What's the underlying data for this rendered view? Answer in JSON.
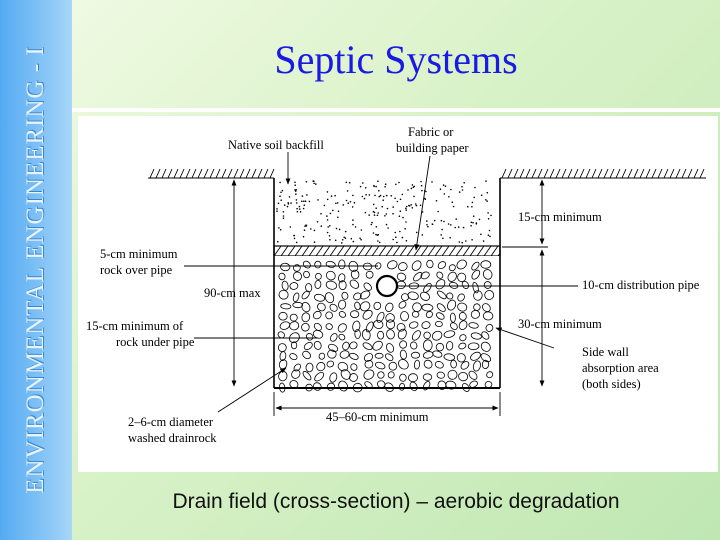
{
  "slide": {
    "sidebar_text": "ENVIRONMENTAL ENGINEERING - I",
    "title": "Septic Systems",
    "caption": "Drain field (cross-section) – aerobic degradation"
  },
  "diagram": {
    "label_native_soil": "Native soil backfill",
    "label_fabric_1": "Fabric or",
    "label_fabric_2": "building paper",
    "label_15cm_min": "15-cm minimum",
    "label_5cm_1": "5-cm minimum",
    "label_5cm_2": "rock over pipe",
    "label_90cm": "90-cm max",
    "label_pipe": "10-cm distribution pipe",
    "label_15cm_rock_1": "15-cm minimum of",
    "label_15cm_rock_2": "rock under pipe",
    "label_30cm_min": "30-cm minimum",
    "label_sidewall_1": "Side wall",
    "label_sidewall_2": "absorption area",
    "label_sidewall_3": "(both sides)",
    "label_rock_1": "2–6-cm diameter",
    "label_rock_2": "washed drainrock",
    "label_width": "45–60-cm minimum"
  }
}
